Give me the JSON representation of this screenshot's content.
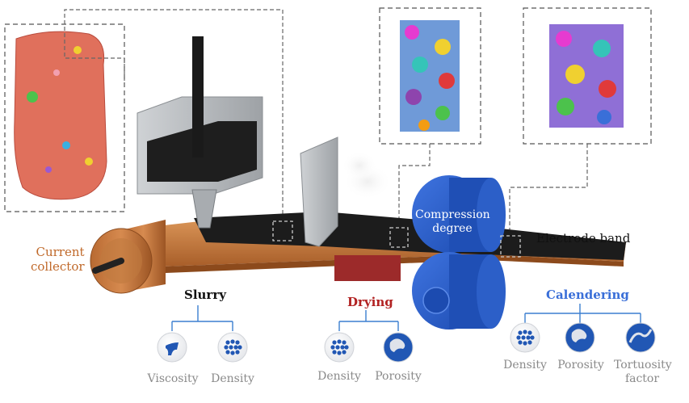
{
  "labels": {
    "current_collector": [
      "Current",
      "collector"
    ],
    "electrode_band": "Electrode band",
    "compression_degree": [
      "Compression",
      "degree"
    ]
  },
  "stages": {
    "slurry": {
      "title": "Slurry",
      "color": "#111111",
      "metrics": [
        "Viscosity",
        "Density"
      ]
    },
    "drying": {
      "title": "Drying",
      "color": "#b22222",
      "metrics": [
        "Density",
        "Porosity"
      ]
    },
    "calendering": {
      "title": "Calendering",
      "color": "#3a6fd8",
      "metrics": [
        "Density",
        "Porosity",
        "Tortuosity factor"
      ]
    }
  },
  "colors": {
    "copper": "#c97a3f",
    "electrode": "#1c1c1c",
    "roller": "#2a5dc4",
    "machine": "#b9bcc0",
    "heater": "#9c2a2a",
    "tree_line": "#3b7fd0",
    "icon_blue": "#2157b4"
  },
  "icons": [
    "fluid-drop-icon",
    "particle-cluster-icon",
    "porous-structure-icon",
    "tortuous-path-icon"
  ]
}
